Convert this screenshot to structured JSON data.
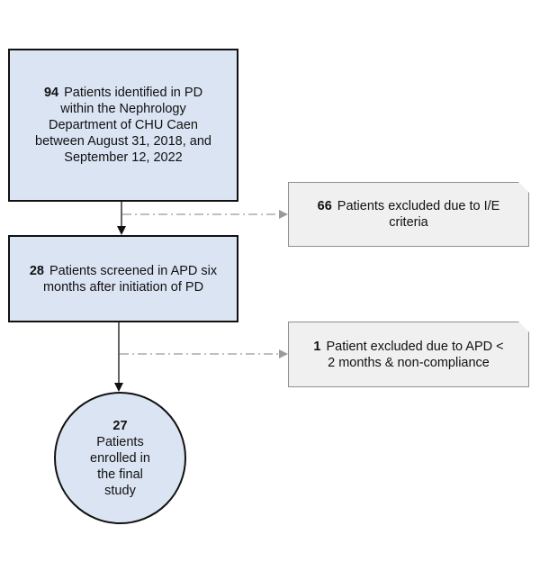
{
  "flowchart": {
    "identified": {
      "count": "94",
      "text": "Patients identified in PD within the Nephrology Department of CHU Caen between August 31, 2018, and September 12, 2022"
    },
    "exclusion_ie": {
      "count": "66",
      "text": "Patients excluded due to I/E criteria"
    },
    "screened": {
      "count": "28",
      "text": "Patients screened in APD six months after initiation of PD"
    },
    "exclusion_apd": {
      "count": "1",
      "text": "Patient excluded due to APD < 2 months & non-compliance"
    },
    "enrolled": {
      "count": "27",
      "text": "Patients enrolled in the final study"
    }
  },
  "colors": {
    "main_fill": "#dbe4f3",
    "main_border": "#111111",
    "exclusion_fill": "#f0f0f0",
    "exclusion_border": "#8f8f8f",
    "dashed_line": "#9a9a9a"
  }
}
